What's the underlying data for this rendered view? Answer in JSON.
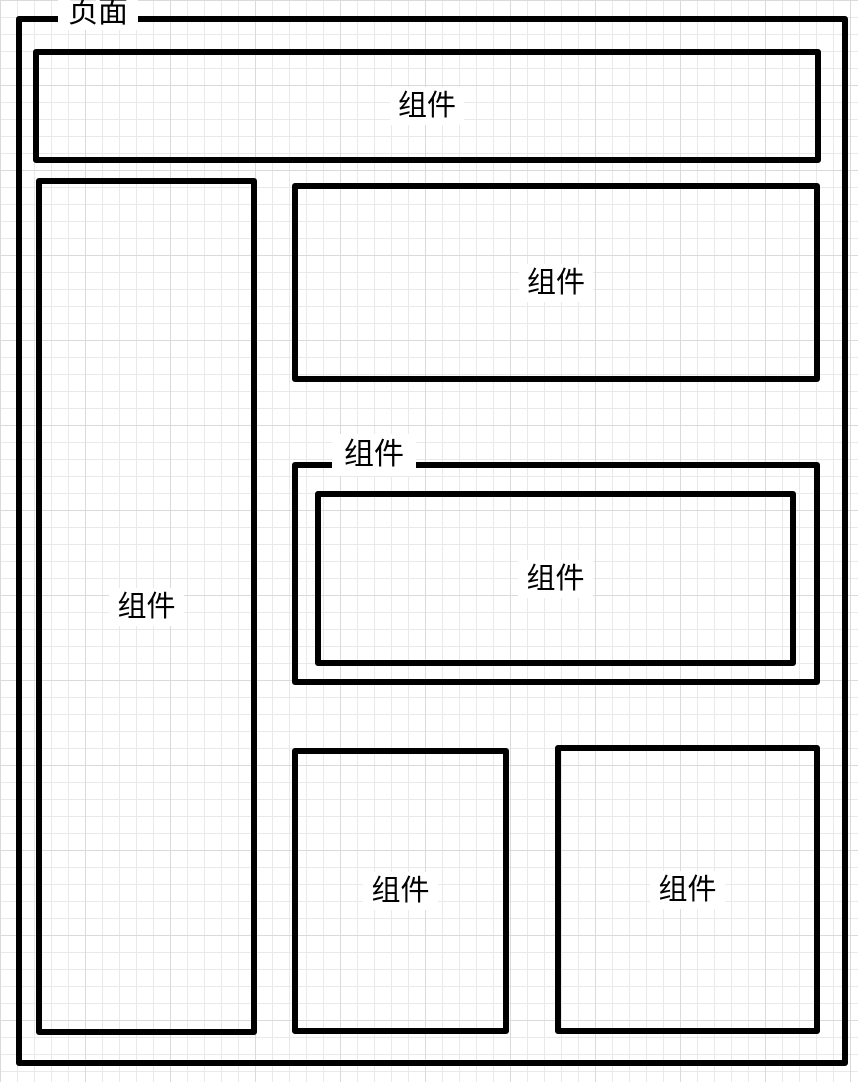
{
  "diagram": {
    "labels": {
      "page": "页面",
      "header": "组件",
      "sidebar": "组件",
      "top_right": "组件",
      "group": "组件",
      "group_inner": "组件",
      "bottom_left": "组件",
      "bottom_right": "组件"
    },
    "colors": {
      "stroke": "#000000",
      "canvas_bg": "#ffffff",
      "grid_minor": "#e9e9e9",
      "grid_major": "#dadada",
      "label_bg": "#ffffff",
      "label_text": "#000000"
    }
  }
}
